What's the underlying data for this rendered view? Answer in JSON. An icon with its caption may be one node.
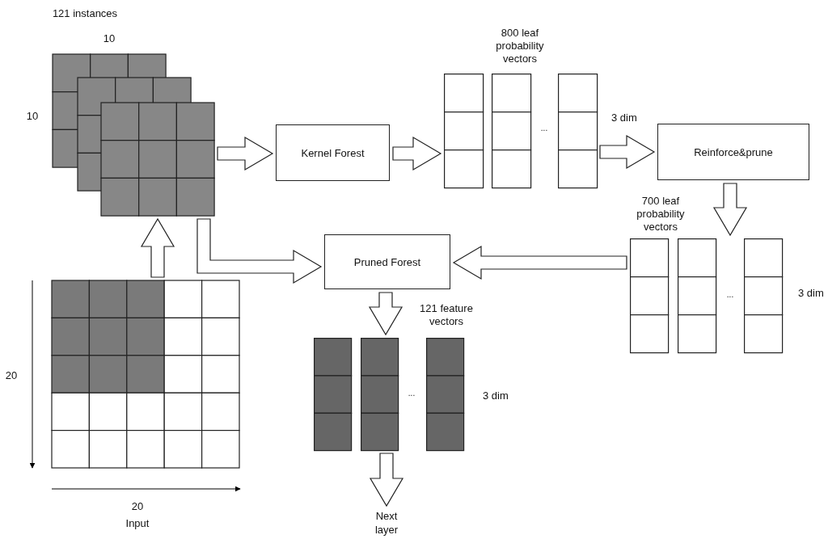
{
  "diagram": {
    "nodes": [
      {
        "text": [],
        "shape": "picture"
      },
      {
        "text": [
          "Kernel Forest"
        ]
      },
      {
        "text": [
          "800 leaf probability vectors",
          "..."
        ],
        "beside": [
          "3 dim"
        ]
      },
      {
        "text": [
          "Reinforce&prune"
        ]
      },
      {
        "text": [
          "700 leaf probability vectors",
          "..."
        ],
        "beside": [
          "3 dim"
        ]
      },
      {
        "text": [
          "Pruned Forest"
        ]
      },
      {
        "text": [],
        "shape": "picture"
      },
      {
        "text": [
          "121 feature vectors",
          "..."
        ],
        "beside": [
          "3 dim"
        ]
      },
      {
        "text": [
          "Next layer"
        ]
      }
    ],
    "edges": [
      {
        "from": 0,
        "to": 1,
        "arrow": "to"
      },
      {
        "from": 1,
        "to": 2,
        "arrow": "to"
      },
      {
        "from": 2,
        "to": 3,
        "arrow": "to"
      },
      {
        "from": 3,
        "to": 4,
        "arrow": "to"
      },
      {
        "from": 4,
        "to": 5,
        "arrow": "to"
      },
      {
        "from": 0,
        "to": 5,
        "arrow": "to"
      },
      {
        "from": 6,
        "to": 0,
        "arrow": "to"
      },
      {
        "from": 5,
        "to": 7,
        "arrow": "to"
      },
      {
        "from": 7,
        "to": 8,
        "arrow": "to"
      }
    ],
    "labels": [
      "121 instances",
      "10",
      "10",
      "20",
      "20",
      "Input"
    ]
  }
}
